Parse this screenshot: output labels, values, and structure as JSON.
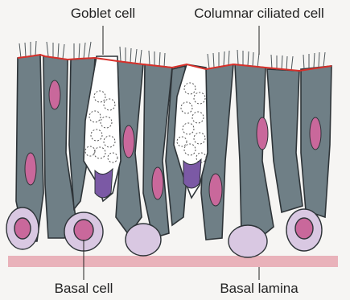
{
  "labels": {
    "goblet_cell": "Goblet cell",
    "columnar_ciliated_cell": "Columnar ciliated cell",
    "basal_cell": "Basal cell",
    "basal_lamina": "Basal lamina"
  },
  "colors": {
    "background": "#f6f5f3",
    "columnar_cell": "#6f7f86",
    "cell_outline": "#2e3438",
    "nucleus": "#c9689b",
    "goblet_nucleus": "#7b59a5",
    "mucus": "#ffffff",
    "basal_cell": "#d9c8e2",
    "basal_nucleus": "#c9689b",
    "basal_lamina": "#e9b2ba",
    "apical_border": "#d8302a"
  }
}
